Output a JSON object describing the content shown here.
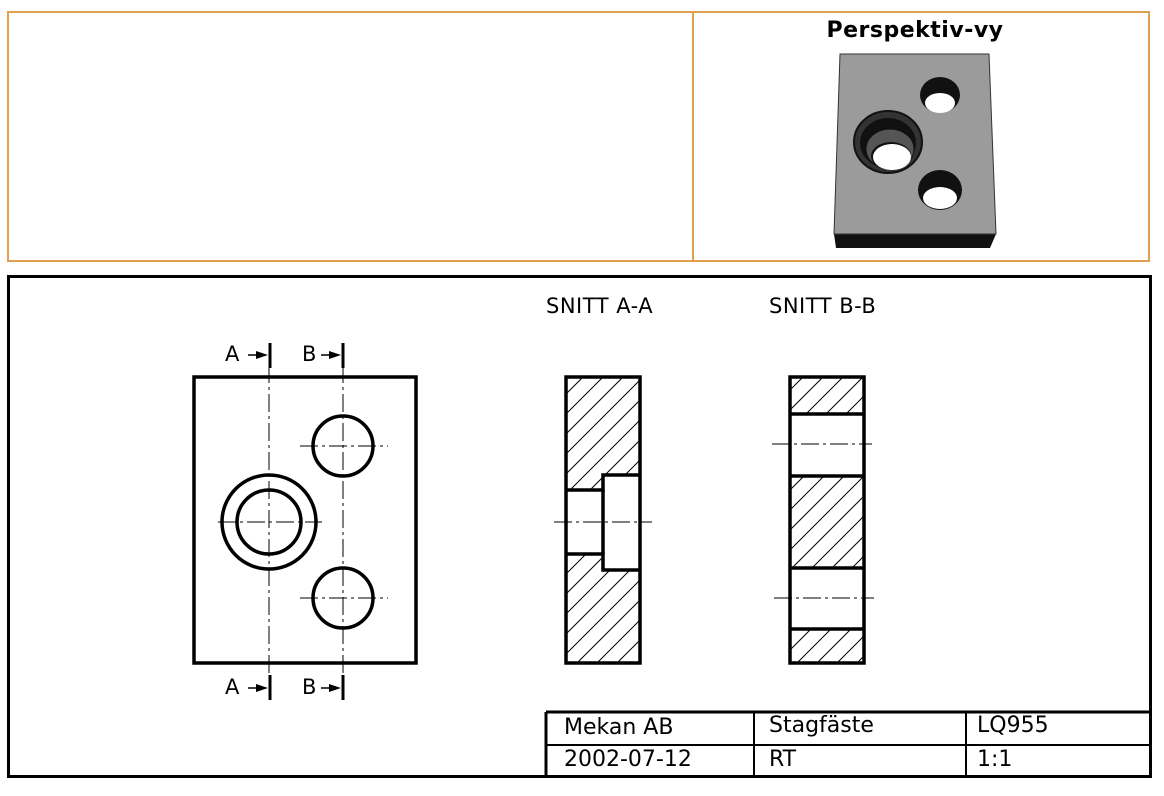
{
  "perspective": {
    "title": "Perspektiv-vy"
  },
  "sections": {
    "a_title": "SNITT A-A",
    "b_title": "SNITT B-B"
  },
  "cut_labels": {
    "a_top": "A",
    "b_top": "B",
    "a_bottom": "A",
    "b_bottom": "B"
  },
  "title_block": {
    "company": "Mekan AB",
    "part_name": "Stagfäste",
    "drawing_no": "LQ955",
    "date": "2002-07-12",
    "drawn_by": "RT",
    "scale": "1:1"
  },
  "colors": {
    "top_border": "#e0a050",
    "line": "#000000",
    "part_face": "#9a9a9a"
  }
}
